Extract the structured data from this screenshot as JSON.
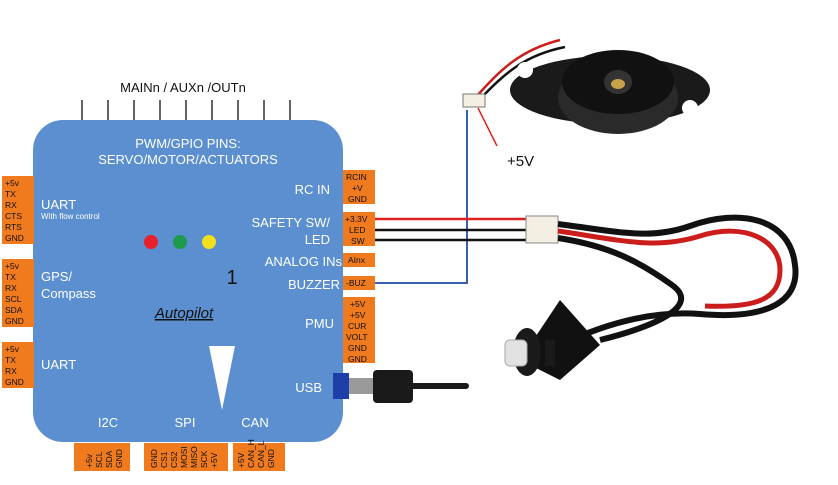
{
  "header": {
    "label": "MAINn / AUXn /OUTn"
  },
  "board": {
    "title_line1": "PWM/GPIO PINS:",
    "title_line2": "SERVO/MOTOR/ACTUATORS",
    "name": "Autopilot",
    "number": "1",
    "color": "#5b8fd0"
  },
  "left_ports": [
    {
      "name": "UART",
      "sub": "With flow control",
      "pins": [
        "+5v",
        "TX",
        "RX",
        "CTS",
        "RTS",
        "GND"
      ]
    },
    {
      "name": "GPS/",
      "name2": "Compass",
      "pins": [
        "+5v",
        "TX",
        "RX",
        "SCL",
        "SDA",
        "GND"
      ]
    },
    {
      "name": "UART",
      "pins": [
        "+5v",
        "TX",
        "RX",
        "GND"
      ]
    }
  ],
  "right_ports": [
    {
      "name": "RC IN",
      "pins": [
        "RCIN",
        "+V",
        "GND"
      ]
    },
    {
      "name": "SAFETY SW/",
      "name2": "LED",
      "pins": [
        "+3.3V",
        "LED",
        "SW"
      ]
    },
    {
      "name": "ANALOG INs",
      "pins": [
        "AInx"
      ]
    },
    {
      "name": "BUZZER",
      "pins": [
        "-BUZ"
      ]
    },
    {
      "name": "PMU",
      "pins": [
        "+5V",
        "+5V",
        "CUR",
        "VOLT",
        "GND",
        "GND"
      ]
    },
    {
      "name": "USB"
    }
  ],
  "bottom_ports": [
    {
      "name": "I2C",
      "pins": [
        "+5v",
        "SCL",
        "SDA",
        "GND"
      ]
    },
    {
      "name": "SPI",
      "pins": [
        "GND",
        "CS1",
        "CS2",
        "MOSI",
        "MISO",
        "SCK",
        "+5V"
      ]
    },
    {
      "name": "CAN",
      "pins": [
        "+5V",
        "CAN_H",
        "CAN_L",
        "GND"
      ]
    }
  ],
  "leds": [
    "#e8202a",
    "#1e9b4a",
    "#f2e01e"
  ],
  "annotations": {
    "buzzer_voltage": "+5V"
  },
  "colors": {
    "connector": "#f07a1e",
    "wire_blue": "#3a5fb0",
    "wire_red": "#e02020"
  }
}
